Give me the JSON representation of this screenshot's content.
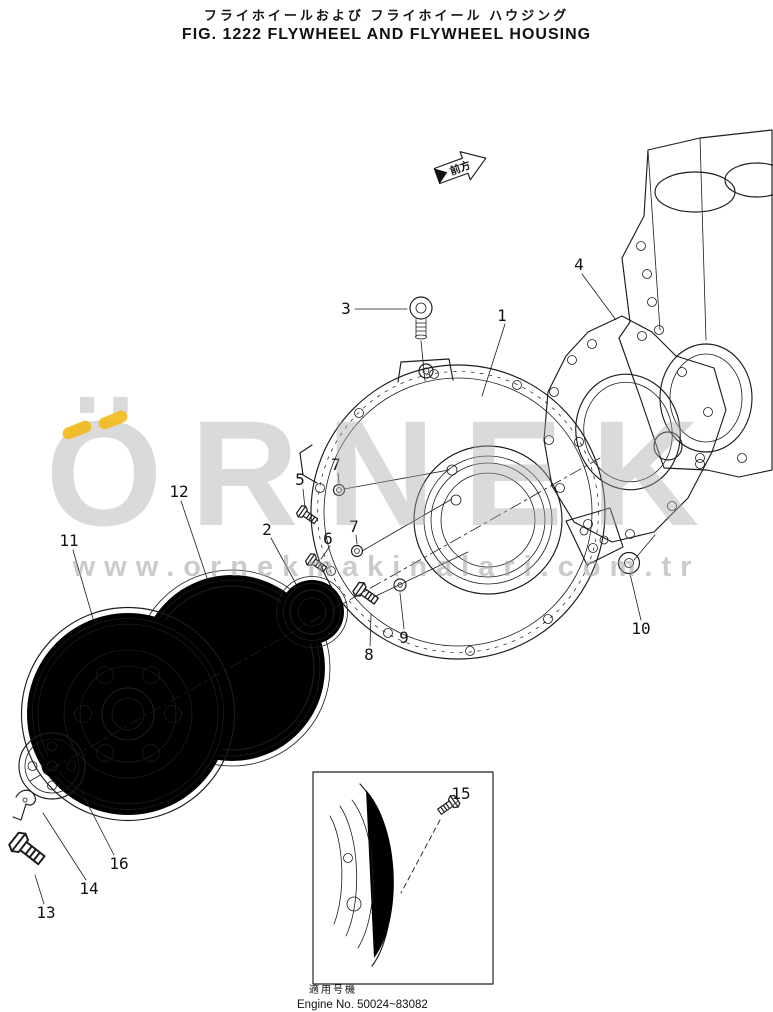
{
  "header": {
    "title_ja": "フライホイールおよび フライホイール ハウジング",
    "title_en": "FIG. 1222  FLYWHEEL AND FLYWHEEL HOUSING"
  },
  "diagram": {
    "direction_label": "前方",
    "callouts": {
      "c1": "1",
      "c2": "2",
      "c3": "3",
      "c4": "4",
      "c5": "5",
      "c6": "6",
      "c7a": "7",
      "c7b": "7",
      "c8": "8",
      "c9": "9",
      "c10": "10",
      "c11": "11",
      "c12": "12",
      "c13": "13",
      "c14": "14",
      "c15": "15",
      "c16": "16"
    }
  },
  "watermark": {
    "brand": "ÖRNEK",
    "url": "www.ornekmakinalari.com.tr"
  },
  "footer": {
    "label_ja": "適用号機",
    "engine_no": "Engine No. 50024~83082"
  }
}
